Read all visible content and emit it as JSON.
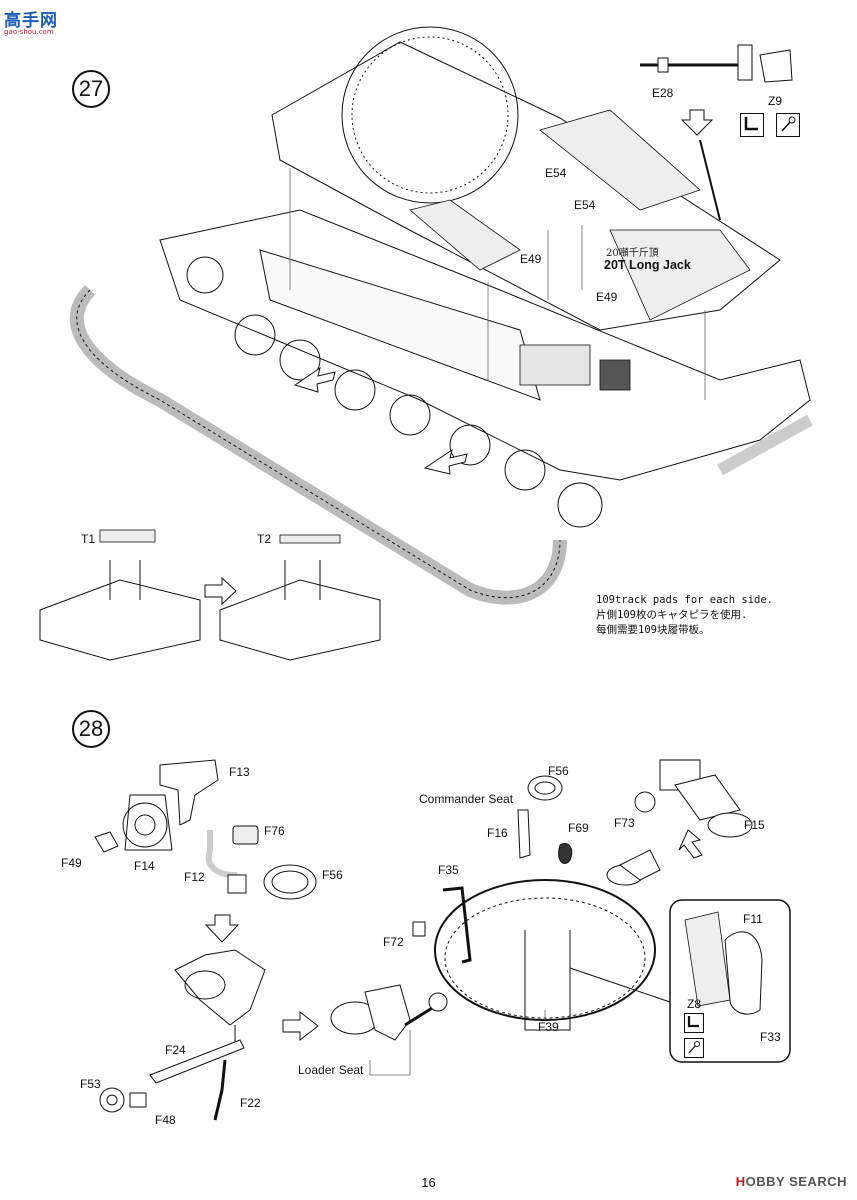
{
  "watermark": {
    "title": "高手网",
    "url": "gao-shou.com"
  },
  "step27": {
    "number": "27",
    "labels": {
      "e28": "E28",
      "z9": "Z9",
      "e54a": "E54",
      "e54b": "E54",
      "e49a": "E49",
      "e49b": "E49",
      "t1": "T1",
      "t2": "T2"
    },
    "jack_cn": "20噸千斤頂",
    "jack_en": "20T Long Jack",
    "note_lines": [
      "109track pads for each side.",
      "片側109枚のキャタピラを使用.",
      "每側需要109块履带板。"
    ]
  },
  "step28": {
    "number": "28",
    "labels": {
      "f13": "F13",
      "f76": "F76",
      "f49": "F49",
      "f14": "F14",
      "f12": "F12",
      "f56a": "F56",
      "f24": "F24",
      "f53": "F53",
      "f48": "F48",
      "f22": "F22",
      "commander_seat": "Commander Seat",
      "f56b": "F56",
      "f16": "F16",
      "f69": "F69",
      "f73": "F73",
      "f15": "F15",
      "f35": "F35",
      "f72": "F72",
      "f39": "F39",
      "loader_seat": "Loader Seat",
      "f11": "F11",
      "z8": "Z8",
      "f33": "F33"
    }
  },
  "footer": {
    "page_number": "16",
    "hobby_brand_h": "H",
    "hobby_brand_rest": "OBBY SEARCH"
  }
}
